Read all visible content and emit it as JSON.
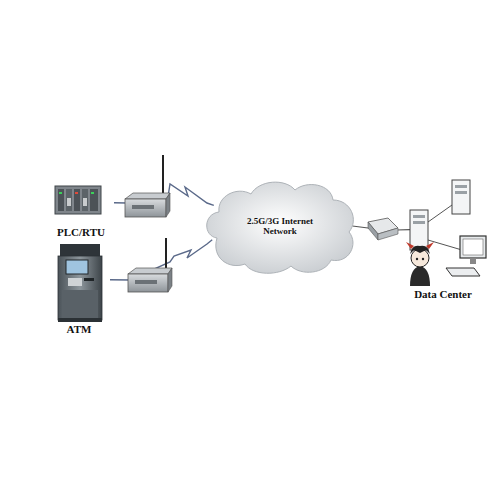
{
  "diagram": {
    "nodes": [
      {
        "text": [
          "PLC/RTU"
        ]
      },
      {
        "text": [
          "ATM"
        ]
      },
      {
        "text": [
          "2.5G/3G Internet Network"
        ]
      },
      {
        "text": [
          "Data Center"
        ]
      }
    ],
    "edges": [
      {
        "from": 0,
        "to": 2,
        "arrow": "none"
      },
      {
        "from": 1,
        "to": 2,
        "arrow": "none"
      },
      {
        "from": 2,
        "to": 3,
        "arrow": "none"
      }
    ]
  }
}
